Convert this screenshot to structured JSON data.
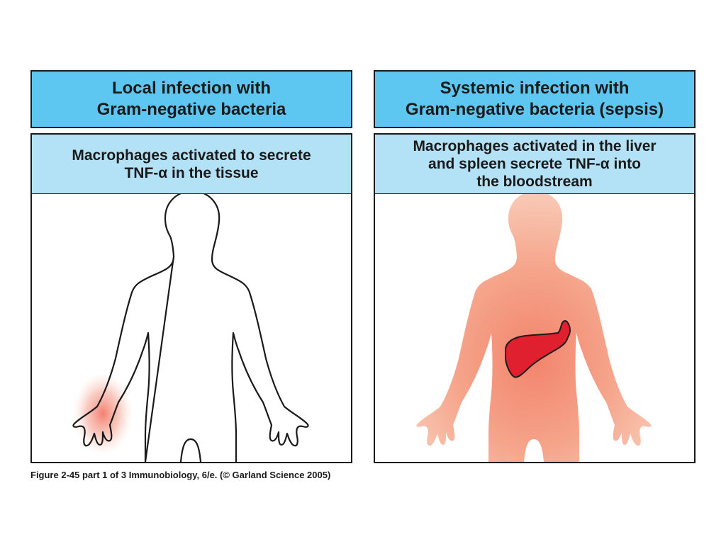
{
  "panels": {
    "local": {
      "header_lines": [
        "Local infection with",
        "Gram-negative bacteria"
      ],
      "description_lines": [
        "Macrophages activated to secrete",
        "TNF-α in the tissue"
      ]
    },
    "systemic": {
      "header_lines": [
        "Systemic infection with",
        "Gram-negative bacteria (sepsis)"
      ],
      "description_lines": [
        "Macrophages activated in the liver",
        "and spleen secrete TNF-α into",
        "the bloodstream"
      ]
    }
  },
  "caption": "Figure 2-45 part 1 of 3  Immunobiology, 6/e. (© Garland Science 2005)",
  "colors": {
    "header_fill": "#5ec7f1",
    "description_fill": "#b3e1f6",
    "systemic_body_fill": "#f7b8a0",
    "inflammation": "#f27a6a",
    "liver": "#e0202f"
  }
}
